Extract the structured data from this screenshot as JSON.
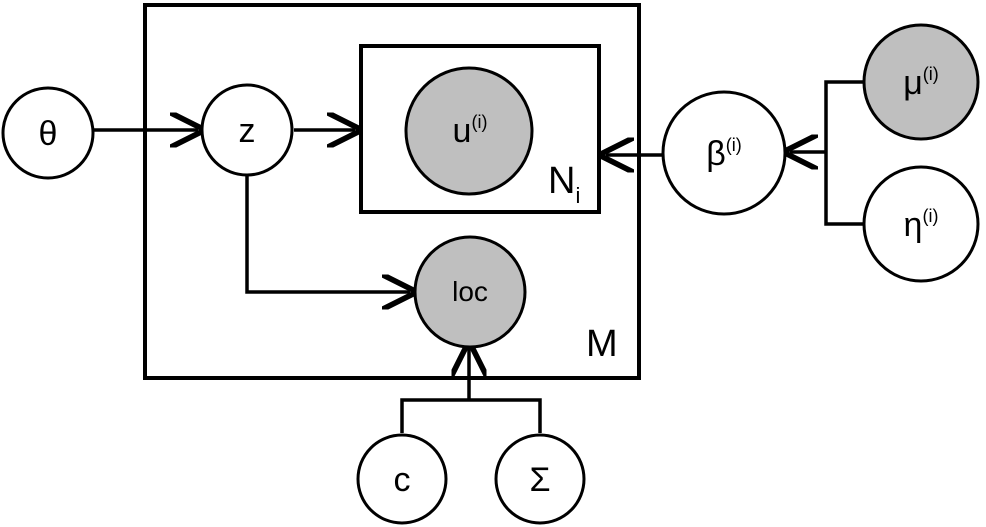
{
  "nodes": {
    "theta": {
      "label": "θ",
      "observed": false
    },
    "z": {
      "label": "z",
      "observed": false
    },
    "u": {
      "label": "u",
      "superscript": "(i)",
      "observed": true
    },
    "loc": {
      "label": "loc",
      "observed": true
    },
    "beta": {
      "label": "β",
      "superscript": "(i)",
      "observed": false
    },
    "mu": {
      "label": "μ",
      "superscript": "(i)",
      "observed": true
    },
    "eta": {
      "label": "η",
      "superscript": "(i)",
      "observed": false
    },
    "c": {
      "label": "c",
      "observed": false
    },
    "sigma": {
      "label": "Σ",
      "observed": false
    }
  },
  "plates": {
    "outer": {
      "label": "M"
    },
    "inner": {
      "label": "N",
      "subscript": "i"
    }
  },
  "colors": {
    "observed_fill": "#bfbfbf",
    "latent_fill": "#ffffff",
    "stroke": "#000000"
  }
}
